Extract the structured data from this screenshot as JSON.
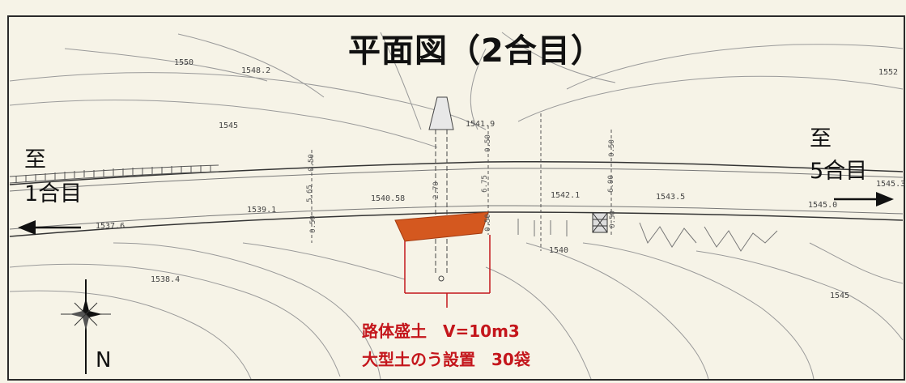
{
  "title": "平面図（2合目）",
  "destinations": {
    "left_line1": "至",
    "left_line2": "1合目",
    "right_line1": "至",
    "right_line2": "5合目"
  },
  "north_label": "N",
  "annotation": {
    "line1": "路体盛土　V=10m3",
    "line2": "大型土のう設置　30袋"
  },
  "elevations": {
    "e1": "1550",
    "e2": "1548.2",
    "e3": "1545",
    "e4": "1541.9",
    "e5": "1539.1",
    "e6": "1537.6",
    "e7": "1540.58",
    "e8": "1542.1",
    "e9": "1543.5",
    "e10": "1545.0",
    "e11": "1545.3",
    "e12": "1552",
    "e13": "1538.4",
    "e14": "1540",
    "e15": "1545"
  },
  "widths": {
    "w1": "5.65",
    "w2": "0.50",
    "w3": "0.50",
    "w4": "0.50",
    "w5": "6.75",
    "w6": "0.50",
    "w7": "6.90",
    "w8": "0.50",
    "w9": "0.50",
    "w10": "2.70"
  },
  "colors": {
    "fill_area": "#d4581f",
    "annotation_red": "#c4161c"
  }
}
